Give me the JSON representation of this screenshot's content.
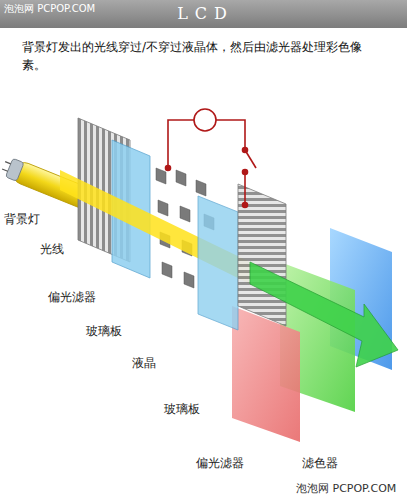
{
  "diagram": {
    "title": "LCD",
    "labels": [
      "泡泡网 PCPOP.COM",
      "背景灯发出的光线穿过/不穿过液晶体，然后由滤光器处理彩色像素。",
      "背景灯",
      "光线",
      "偏光滤器",
      "玻璃板",
      "液晶",
      "玻璃板",
      "偏光滤器",
      "滤色器",
      "泡泡网 PCPOP.COM"
    ]
  }
}
